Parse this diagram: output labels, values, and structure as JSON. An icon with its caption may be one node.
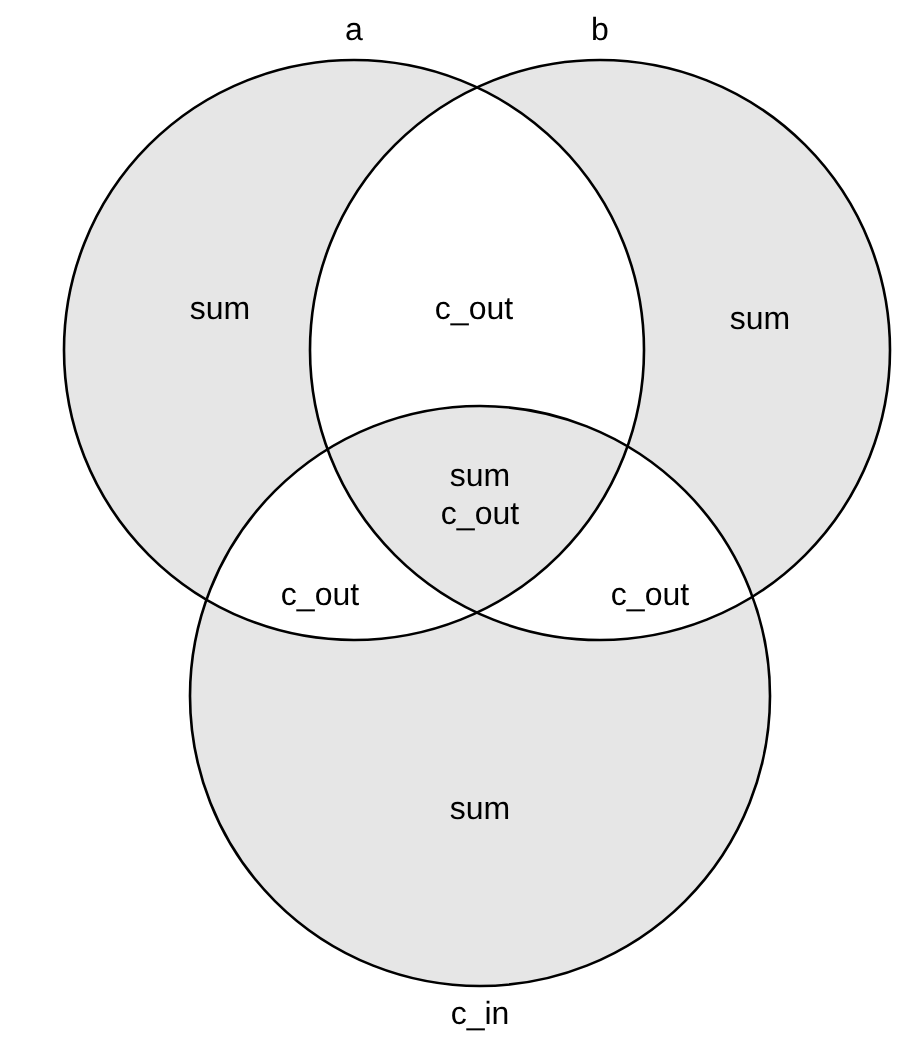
{
  "diagram": {
    "nodes": [
      {
        "text": [
          "a"
        ]
      },
      {
        "text": [
          "b"
        ]
      },
      {
        "text": [
          "c_in"
        ]
      }
    ],
    "labels": [
      "sum",
      "c_out",
      "sum",
      "sum c_out",
      "c_out",
      "c_out",
      "sum"
    ]
  }
}
